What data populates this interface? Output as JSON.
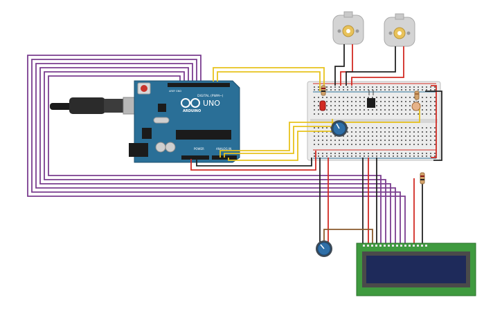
{
  "arduino": {
    "brand": "ARDUINO",
    "model": "UNO",
    "digital_label": "DIGITAL (PWM~)",
    "power_label": "POWER",
    "analog_label": "ANALOG IN",
    "aref": "AREF",
    "gnd": "GND"
  },
  "colors": {
    "wire_purple": "#7a3d8f",
    "wire_yellow": "#e8c21c",
    "wire_red": "#d22a22",
    "wire_black": "#222222",
    "wire_brown": "#8a5a2b",
    "board_blue": "#2a6f97",
    "lcd_green": "#3f9a3f",
    "lcd_screen": "#1e2a5a",
    "pot_blue": "#2f6fa8"
  },
  "components": {
    "motors": 2,
    "potentiometers": 2,
    "led": "red",
    "lcd": "16x2"
  }
}
